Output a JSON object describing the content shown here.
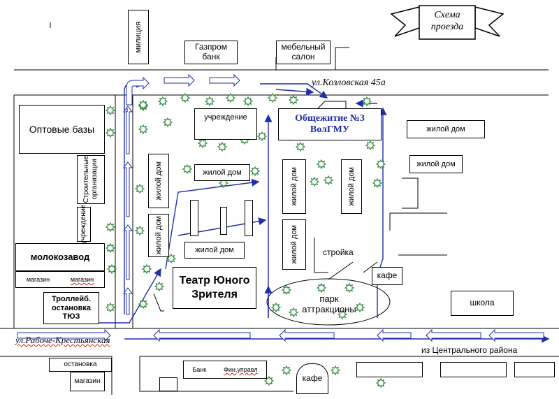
{
  "map": {
    "banner": {
      "line1": "Схема",
      "line2": "проезда"
    },
    "streets": {
      "kozlovskaya": "ул.Козловская 45а",
      "rabochekrestyanskaya": "ул.Рабоче-Крестьянская",
      "central_district": "из Центрального района"
    },
    "buildings": {
      "militsiya": "милиция",
      "gazprom_line1": "Газпром",
      "gazprom_line2": "банк",
      "furniture_line1": "мебельный",
      "furniture_line2": "салон",
      "wholesale": "Оптовые базы",
      "construction_orgs_line1": "Строительные",
      "construction_orgs_line2": "организации",
      "institution_vertical": "учреждение",
      "dairy": "молокозавод",
      "shop_1": "магазин",
      "shop_2": "магазин",
      "trolleybus_line1": "Троллейб.",
      "trolleybus_line2": "остановка",
      "trolleybus_line3": "ТЮЗ",
      "institution_top": "учреждение",
      "dormitory_line1": "Общежитие №3",
      "dormitory_line2": "ВолГМУ",
      "house_right_1": "жилой дом",
      "house_right_2": "жилой дом",
      "house_left_v": "жилой дом",
      "house_left_v2": "жилой дом",
      "house_mid_h": "жилой дом",
      "house_bottom_h": "жилой дом",
      "house_center_v1": "жилой дом",
      "house_center_v2": "жилой дом",
      "house_center_v3": "жилой дом",
      "construction": "стройка",
      "cafe_right": "кафе",
      "theatre_line1": "Театр Юного",
      "theatre_line2": "Зрителя",
      "park_line1": "парк",
      "park_line2": "аттракционы",
      "school": "школа",
      "bus_stop": "остановка",
      "shop_bottom": "магазин",
      "bank_bottom": "Банк",
      "fin_office": "Фин.управл",
      "cafe_bottom": "кафе"
    },
    "colors": {
      "route": "#1f2fa8",
      "dormitory_text": "#1f2fa8",
      "tree": "#2f8a3f",
      "line": "#000000"
    }
  }
}
